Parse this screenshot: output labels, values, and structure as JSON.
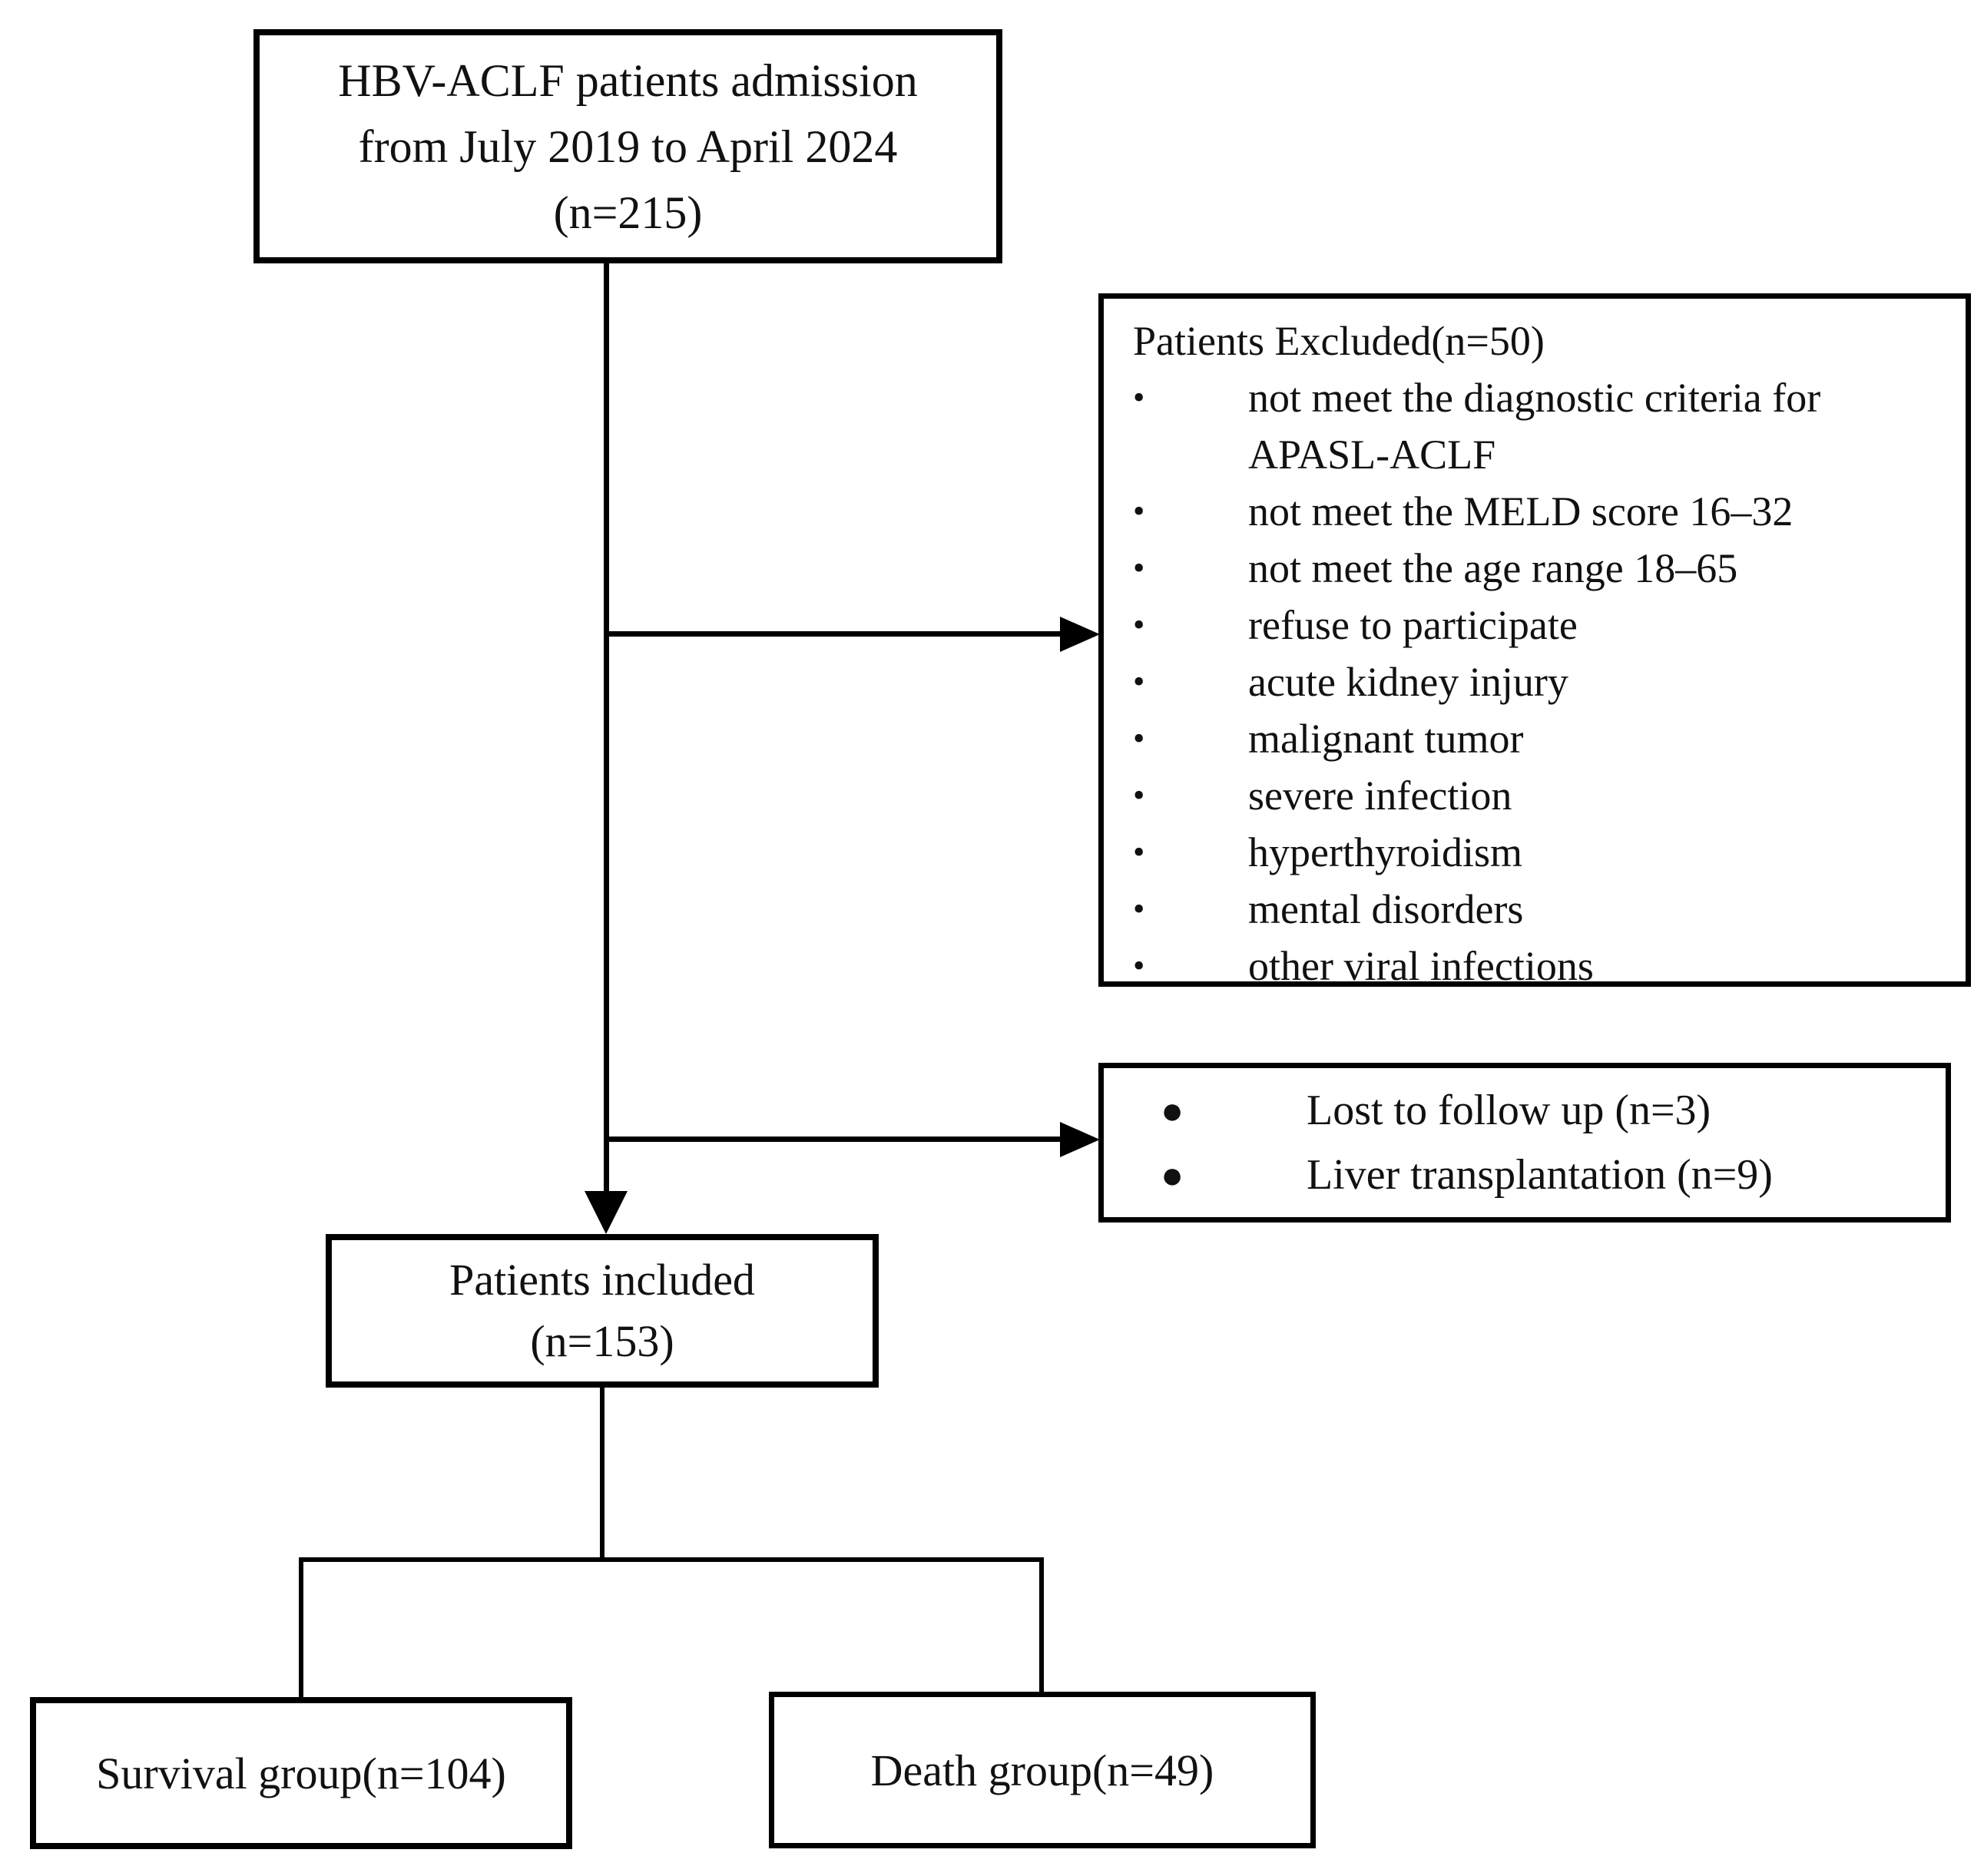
{
  "figure": {
    "type": "patient-flow-diagram",
    "colors": {
      "background": "#ffffff",
      "line": "#000000",
      "text": "#111111"
    }
  },
  "glyphs": {
    "bullet": "•",
    "bullet_round": "●"
  },
  "boxes": {
    "admission": {
      "line1": "HBV-ACLF patients admission",
      "line2": "from July 2019 to April 2024",
      "line3": "(n=215)"
    },
    "excluded": {
      "title": "Patients Excluded(n=50)",
      "items": [
        "not meet the diagnostic criteria for APASL-ACLF",
        "not meet the MELD score 16–32",
        "not meet the age range 18–65",
        "refuse to participate",
        "acute kidney injury",
        "malignant tumor",
        "severe infection",
        "hyperthyroidism",
        "mental disorders",
        "other viral infections"
      ]
    },
    "followup": {
      "items": [
        "Lost to follow up (n=3)",
        "Liver transplantation (n=9)"
      ]
    },
    "included": {
      "line1": "Patients included",
      "line2": "(n=153)"
    },
    "survival": {
      "label": "Survival group(n=104)"
    },
    "death": {
      "label": "Death group(n=49)"
    }
  }
}
